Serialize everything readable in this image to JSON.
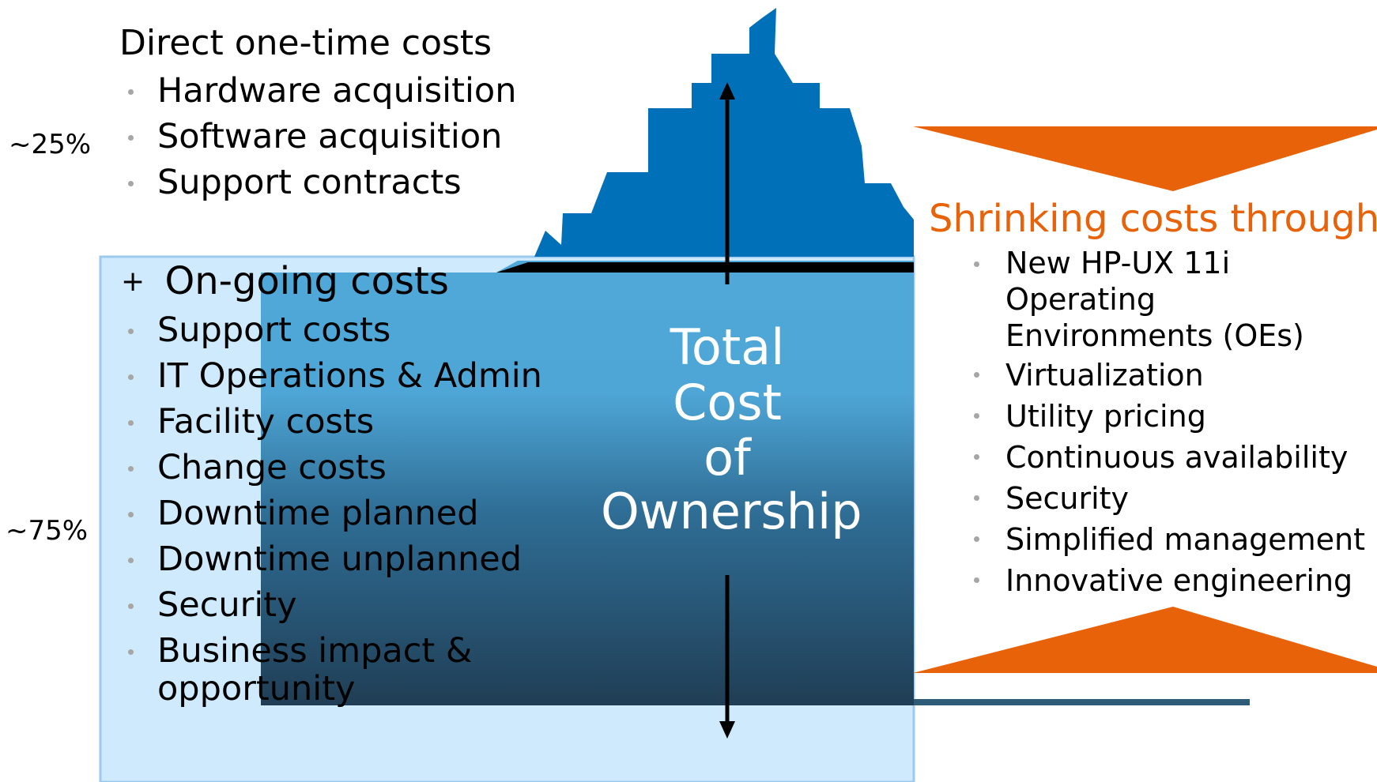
{
  "direct": {
    "heading": "Direct one-time costs",
    "share": "~25%",
    "items": [
      "Hardware acquisition",
      "Software acquisition",
      "Support contracts"
    ]
  },
  "ongoing": {
    "heading_prefix": "+",
    "heading": "On-going costs",
    "share": "~75%",
    "items": [
      "Support costs",
      "IT Operations & Admin",
      "Facility costs",
      "Change costs",
      "Downtime planned",
      "Downtime unplanned",
      "Security",
      "Business impact & opportunity"
    ]
  },
  "tco": {
    "lines": [
      "Total",
      "Cost",
      "of",
      "Ownership"
    ]
  },
  "shrinking": {
    "heading": "Shrinking costs through:",
    "items": [
      "New HP-UX 11i Operating Environments (OEs)",
      "Virtualization",
      "Utility pricing",
      "Continuous availability",
      "Security",
      "Simplified management",
      "Innovative engineering"
    ]
  },
  "colors": {
    "iceberg_top": "#0070b8",
    "iceberg_mid": "#4fa8d8",
    "iceberg_deep": "#203e55",
    "water_box": "#cfeafc",
    "water_border": "#9cc9ee",
    "arrows_accent": "#e8620a"
  }
}
